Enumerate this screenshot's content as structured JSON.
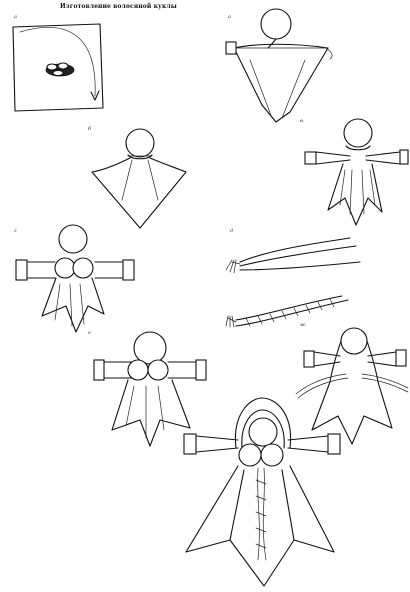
{
  "title": "Изготовление волосяной куклы",
  "steps": [
    {
      "id": "step-a",
      "label": "а"
    },
    {
      "id": "step-b",
      "label": "б"
    },
    {
      "id": "step-v",
      "label": "в"
    },
    {
      "id": "step-g",
      "label": "г"
    },
    {
      "id": "step-d",
      "label": "д"
    },
    {
      "id": "step-e",
      "label": "е"
    },
    {
      "id": "step-zh",
      "label": "ж"
    }
  ],
  "colors": {
    "line": "#111111",
    "paper": "#ffffff"
  }
}
